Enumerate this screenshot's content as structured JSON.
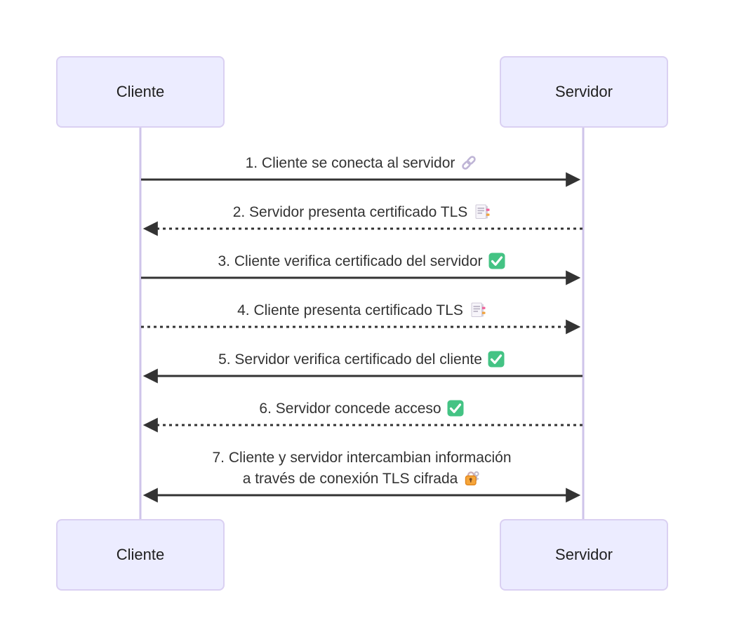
{
  "diagram": {
    "type": "sequence-diagram",
    "actors": [
      {
        "name": "Cliente"
      },
      {
        "name": "Servidor"
      }
    ],
    "messages": [
      {
        "num": 1,
        "text": "1. Cliente se conecta al servidor",
        "from": "Cliente",
        "to": "Servidor",
        "line": "solid",
        "direction": "right",
        "icon": "link-icon"
      },
      {
        "num": 2,
        "text": "2. Servidor presenta certificado TLS",
        "from": "Servidor",
        "to": "Cliente",
        "line": "dotted",
        "direction": "left",
        "icon": "certificate-icon"
      },
      {
        "num": 3,
        "text": "3. Cliente verifica certificado del servidor",
        "from": "Cliente",
        "to": "Servidor",
        "line": "solid",
        "direction": "right",
        "icon": "check-icon"
      },
      {
        "num": 4,
        "text": "4. Cliente presenta certificado TLS",
        "from": "Cliente",
        "to": "Servidor",
        "line": "dotted",
        "direction": "right",
        "icon": "certificate-icon"
      },
      {
        "num": 5,
        "text": "5. Servidor verifica certificado del cliente",
        "from": "Servidor",
        "to": "Cliente",
        "line": "solid",
        "direction": "left",
        "icon": "check-icon"
      },
      {
        "num": 6,
        "text": "6. Servidor concede acceso",
        "from": "Servidor",
        "to": "Cliente",
        "line": "dotted",
        "direction": "left",
        "icon": "check-icon"
      },
      {
        "num": 7,
        "text": "7. Cliente y servidor intercambian información\na través de conexión TLS cifrada",
        "from": "Cliente",
        "to": "Servidor",
        "line": "solid",
        "direction": "both",
        "icon": "lock-icon"
      }
    ],
    "colors": {
      "background": "#ffffff",
      "actor_fill": "#ECECFF",
      "actor_border": "#DAD0F2",
      "lifeline": "#CFC4EA",
      "arrow": "#333333",
      "text": "#333333",
      "check_green": "#44C384",
      "lock_orange": "#F6A63B",
      "link_gray": "#BFB5D6"
    }
  }
}
